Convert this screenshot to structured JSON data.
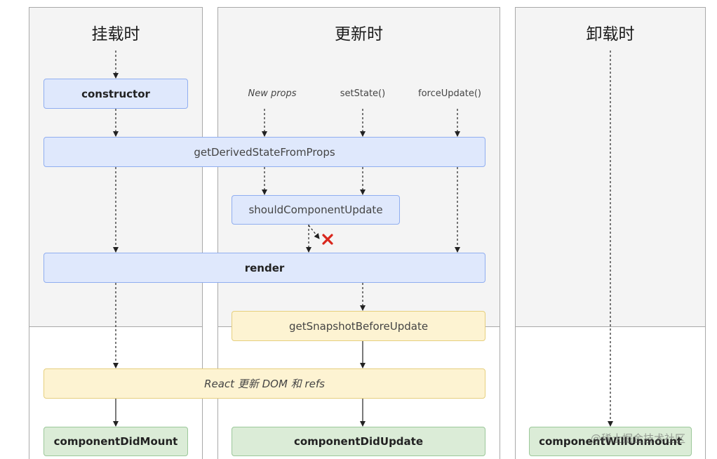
{
  "columns": {
    "mount": "挂载时",
    "update": "更新时",
    "unmount": "卸载时"
  },
  "triggers": {
    "new_props": "New props",
    "set_state": "setState()",
    "force_update": "forceUpdate()"
  },
  "methods": {
    "constructor": "constructor",
    "get_derived": "getDerivedStateFromProps",
    "should_update": "shouldComponentUpdate",
    "render": "render",
    "snapshot": "getSnapshotBeforeUpdate",
    "react_update": "React 更新 DOM 和 refs",
    "did_mount": "componentDidMount",
    "did_update": "componentDidUpdate",
    "will_unmount": "componentWillUnmount"
  },
  "watermark": "@稀土掘金技术社区",
  "colors": {
    "render_phase_bg": "#f4f4f4",
    "blue_box": "#dfe8fc",
    "yellow_box": "#fdf3d2",
    "green_box": "#dbecd7",
    "cancel_mark": "#d9261c"
  }
}
